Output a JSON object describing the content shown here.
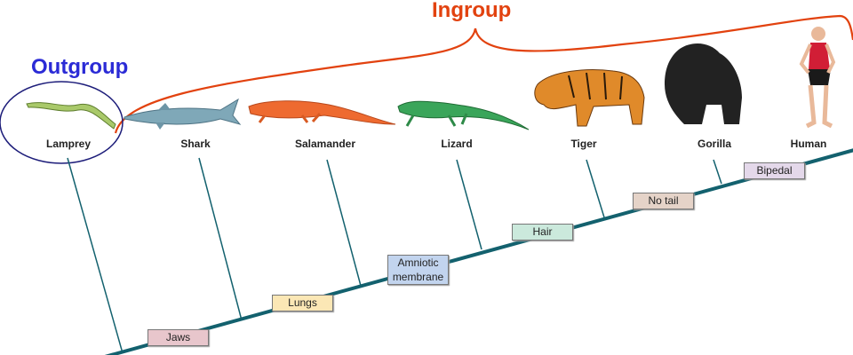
{
  "labels": {
    "outgroup": "Outgroup",
    "ingroup": "Ingroup"
  },
  "taxa": [
    "Lamprey",
    "Shark",
    "Salamander",
    "Lizard",
    "Tiger",
    "Gorilla",
    "Human"
  ],
  "traits": [
    {
      "label": "Jaws",
      "color": "#e8c6cc"
    },
    {
      "label": "Lungs",
      "color": "#fbe7b5"
    },
    {
      "label": "Amniotic membrane",
      "color": "#c2d4ee"
    },
    {
      "label": "Hair",
      "color": "#cbe9dc"
    },
    {
      "label": "No tail",
      "color": "#e5d3c8"
    },
    {
      "label": "Bipedal",
      "color": "#e4d8ea"
    }
  ],
  "colors": {
    "outgroup": "#2b2bd6",
    "ingroup": "#e2420f",
    "tree": "#13616e",
    "ellipse": "#1d1d7a"
  }
}
